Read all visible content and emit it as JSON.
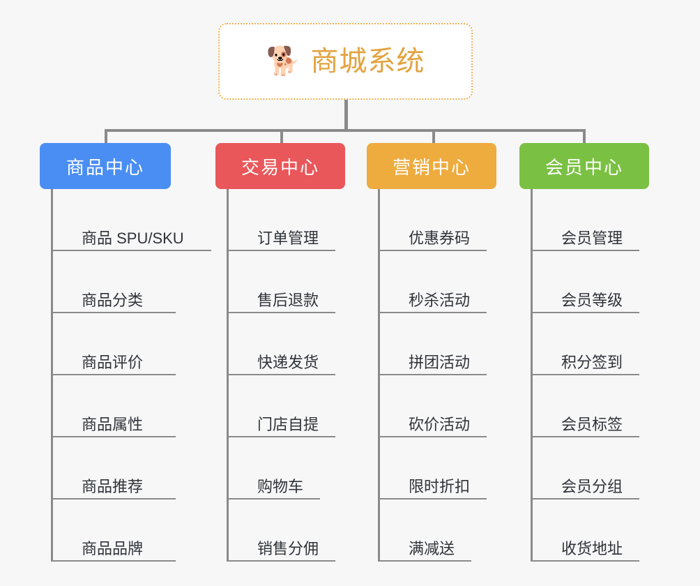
{
  "diagram": {
    "type": "org-chart",
    "background_color": "#f7f7f8",
    "root": {
      "title": "商城系统",
      "emoji": "🐕",
      "emoji_name": "shiba-dog-face",
      "title_color": "#e2a33f",
      "border_color": "#efb252",
      "background_color": "#ffffff"
    },
    "connector_color": "#8a8a8a",
    "categories": [
      {
        "label": "商品中心",
        "color": "#4a8ef4",
        "items": [
          "商品 SPU/SKU",
          "商品分类",
          "商品评价",
          "商品属性",
          "商品推荐",
          "商品品牌"
        ]
      },
      {
        "label": "交易中心",
        "color": "#e9575a",
        "items": [
          "订单管理",
          "售后退款",
          "快递发货",
          "门店自提",
          "购物车",
          "销售分佣"
        ]
      },
      {
        "label": "营销中心",
        "color": "#eeab3e",
        "items": [
          "优惠券码",
          "秒杀活动",
          "拼团活动",
          "砍价活动",
          "限时折扣",
          "满减送"
        ]
      },
      {
        "label": "会员中心",
        "color": "#7ac143",
        "items": [
          "会员管理",
          "会员等级",
          "积分签到",
          "会员标签",
          "会员分组",
          "收货地址"
        ]
      }
    ]
  }
}
